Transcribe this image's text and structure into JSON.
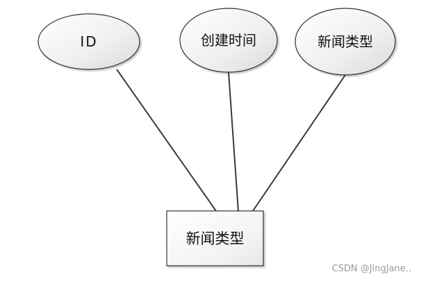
{
  "colors": {
    "background": "#ffffff",
    "stroke": "#333333",
    "line": "#3a3a3a",
    "ellipse_fill_light": "#ffffff",
    "ellipse_fill_dark": "#d9d9d9",
    "box_fill_light": "#ffffff",
    "box_fill_dark": "#e6e6e6",
    "watermark": "#9a9a9a"
  },
  "diagram": {
    "type": "er-diagram",
    "entity": {
      "label": "新闻类型",
      "shape": "rectangle"
    },
    "attributes": [
      {
        "label": "ID",
        "shape": "ellipse"
      },
      {
        "label": "创建时间",
        "shape": "ellipse"
      },
      {
        "label": "新闻类型",
        "shape": "ellipse"
      }
    ]
  },
  "watermark": {
    "text": "CSDN @JingJane.."
  }
}
